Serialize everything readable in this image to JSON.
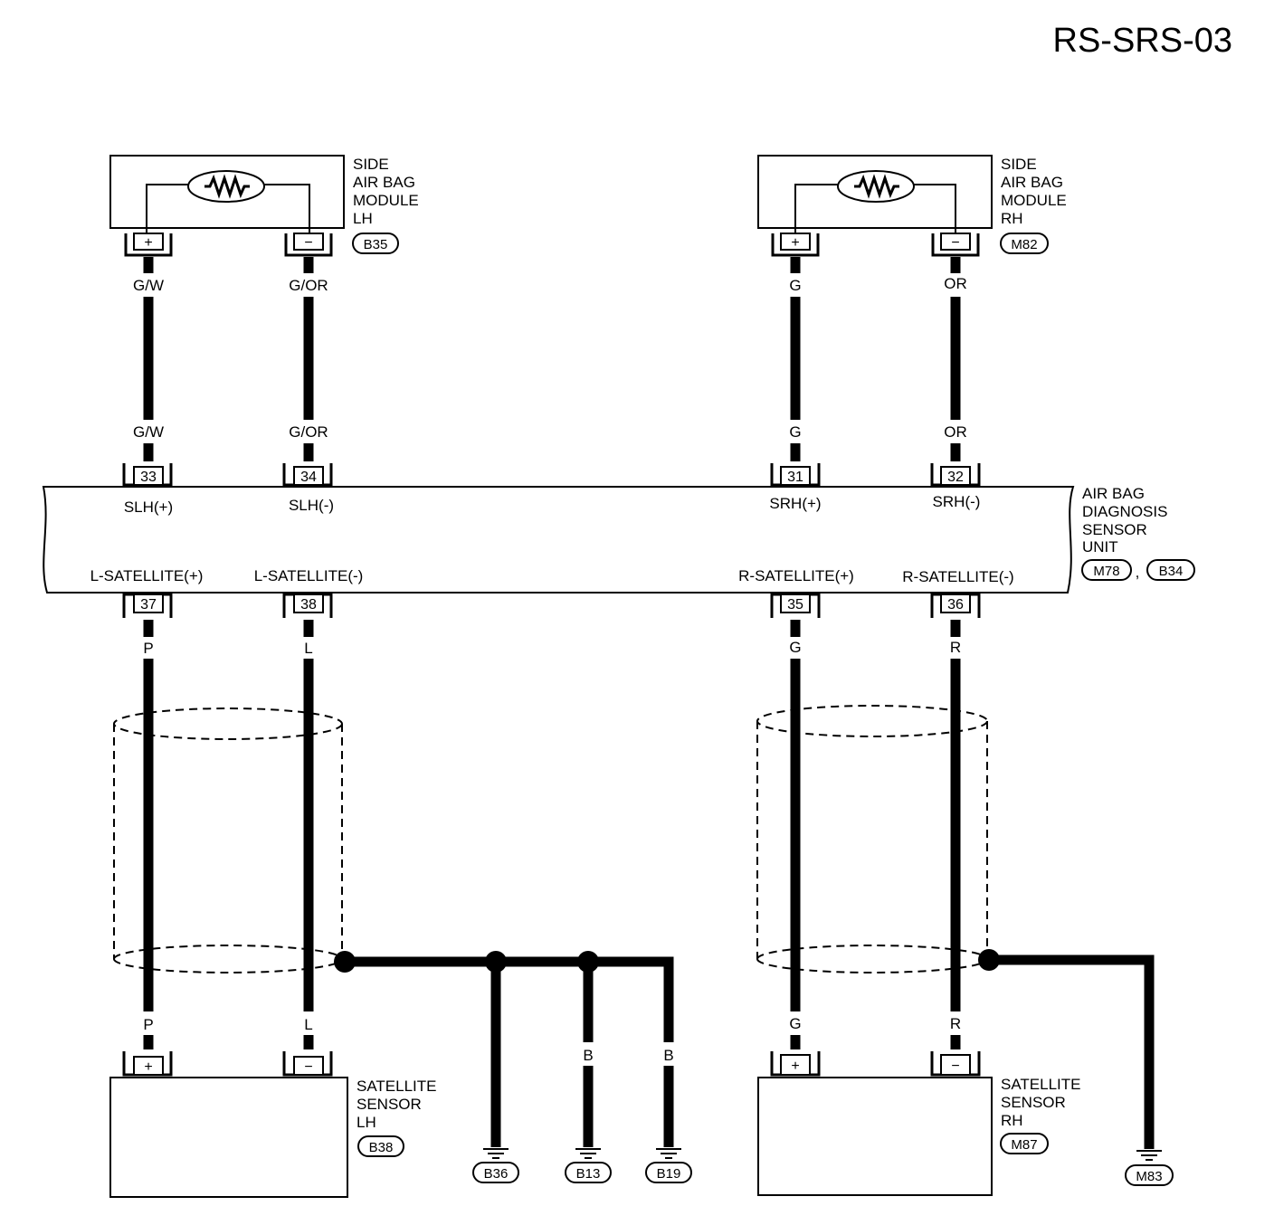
{
  "page_title": "RS-SRS-03",
  "side_airbag_lh": {
    "label_lines": [
      "SIDE",
      "AIR BAG",
      "MODULE",
      "LH"
    ],
    "connector": "B35",
    "pin_plus": "+",
    "pin_minus": "−"
  },
  "side_airbag_rh": {
    "label_lines": [
      "SIDE",
      "AIR BAG",
      "MODULE",
      "RH"
    ],
    "connector": "M82",
    "pin_plus": "+",
    "pin_minus": "−"
  },
  "diagnosis_unit": {
    "label_lines": [
      "AIR BAG",
      "DIAGNOSIS",
      "SENSOR",
      "UNIT"
    ],
    "connectors": [
      "M78",
      "B34"
    ],
    "separator": ",",
    "top_pins": [
      {
        "num": "33",
        "name": "SLH(+)"
      },
      {
        "num": "34",
        "name": "SLH(-)"
      },
      {
        "num": "31",
        "name": "SRH(+)"
      },
      {
        "num": "32",
        "name": "SRH(-)"
      }
    ],
    "bottom_pins": [
      {
        "num": "37",
        "name": "L-SATELLITE(+)"
      },
      {
        "num": "38",
        "name": "L-SATELLITE(-)"
      },
      {
        "num": "35",
        "name": "R-SATELLITE(+)"
      },
      {
        "num": "36",
        "name": "R-SATELLITE(-)"
      }
    ]
  },
  "wires_upper": [
    {
      "top": "G/W",
      "bottom": "G/W"
    },
    {
      "top": "G/OR",
      "bottom": "G/OR"
    },
    {
      "top": "G",
      "bottom": "G"
    },
    {
      "top": "OR",
      "bottom": "OR"
    }
  ],
  "wires_lower": [
    {
      "top": "P",
      "bottom": "P"
    },
    {
      "top": "L",
      "bottom": "L"
    },
    {
      "top": "G",
      "bottom": "G"
    },
    {
      "top": "R",
      "bottom": "R"
    }
  ],
  "satellite_lh": {
    "label_lines": [
      "SATELLITE",
      "SENSOR",
      "LH"
    ],
    "connector": "B38",
    "pin_plus": "+",
    "pin_minus": "−"
  },
  "satellite_rh": {
    "label_lines": [
      "SATELLITE",
      "SENSOR",
      "RH"
    ],
    "connector": "M87",
    "pin_plus": "+",
    "pin_minus": "−"
  },
  "grounds": [
    {
      "connector": "B36",
      "wire": ""
    },
    {
      "connector": "B13",
      "wire": "B"
    },
    {
      "connector": "B19",
      "wire": "B"
    },
    {
      "connector": "M83",
      "wire": ""
    }
  ]
}
